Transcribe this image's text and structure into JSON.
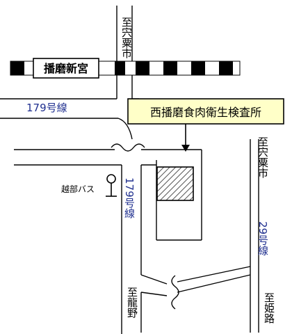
{
  "map": {
    "station": {
      "name": "播磨新宮"
    },
    "facility": {
      "name": "西播磨食肉衛生検査所"
    },
    "bus_stop": {
      "name": "越部バス"
    },
    "roads": {
      "route179_horizontal": "179号線",
      "route179_vertical": "179号線",
      "route29_vertical": "29号線"
    },
    "directions": {
      "to_shiso_top": "至宍粟市",
      "to_shiso_right": "至宍粟市",
      "to_tatsuno": "至龍野",
      "to_himeji": "至姫路"
    },
    "colors": {
      "line": "#000000",
      "road_label": "#1f2f8f",
      "callout_fill": "#ffffc8",
      "hatch": "#555555"
    }
  }
}
